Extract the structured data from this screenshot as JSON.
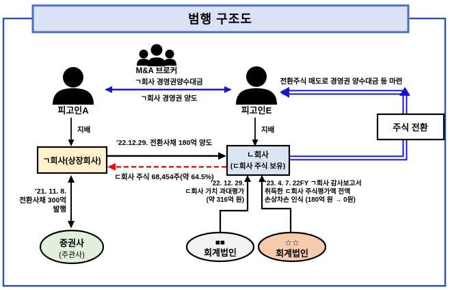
{
  "title": "범행 구조도",
  "broker": {
    "label": "M&A 브로커"
  },
  "defendants": {
    "a": {
      "label": "피고인A",
      "control": "지배"
    },
    "e": {
      "label": "피고인E",
      "control": "지배"
    }
  },
  "nodes": {
    "company_g": {
      "label": "ㄱ회사(상장회사)"
    },
    "company_n": {
      "line1": "ㄴ회사",
      "line2": "(ㄷ회사 주식 보유)"
    },
    "stock_conversion": {
      "label": "주식 전환"
    },
    "securities": {
      "line1": "증권사",
      "line2": "(주관사)"
    },
    "accounting1": {
      "line1": "■■",
      "line2": "회계법인"
    },
    "accounting2": {
      "line1": "☆☆",
      "line2": "회계법인"
    }
  },
  "flows": {
    "takeover_payment": "ㄱ회사 경영권양수대금",
    "management_transfer": "ㄱ회사 경영권 양도",
    "cb_transfer": "’22.12.29. 전환사채 180억 양도",
    "stock_payment": "ㄷ회사 주식 68,454주(약 64.5%)",
    "conversion_note": "전환주식 매도로 경영권 양수대금 등 마련",
    "cb_issue": [
      "’21. 11. 8.",
      "전환사채 300억",
      "발행"
    ],
    "overvaluation": [
      "’22. 12. 29.",
      "ㄷ회사 가치 과대평가",
      "(약 316억 원)"
    ],
    "impairment": [
      "’23. 4. 7. 22FY ㄱ회사 감사보고서",
      "취득한 ㄷ회사 주식평가액 전액",
      "손상차손 인식 (180억 원 → 0원)"
    ]
  },
  "colors": {
    "outer_border": "#2B50A8",
    "title_fill": "#DCE2F5",
    "title_border": "#4472C4",
    "company_g_fill": "#FFF2CC",
    "company_n_fill": "#D9E6F2",
    "securities_fill": "#E2EFDA",
    "accounting1_fill": "#F2F2F2",
    "accounting2_fill": "#F8CBAD",
    "blue_arrow": "#1414D2",
    "red_arrow": "#FF0000",
    "black": "#000000"
  }
}
